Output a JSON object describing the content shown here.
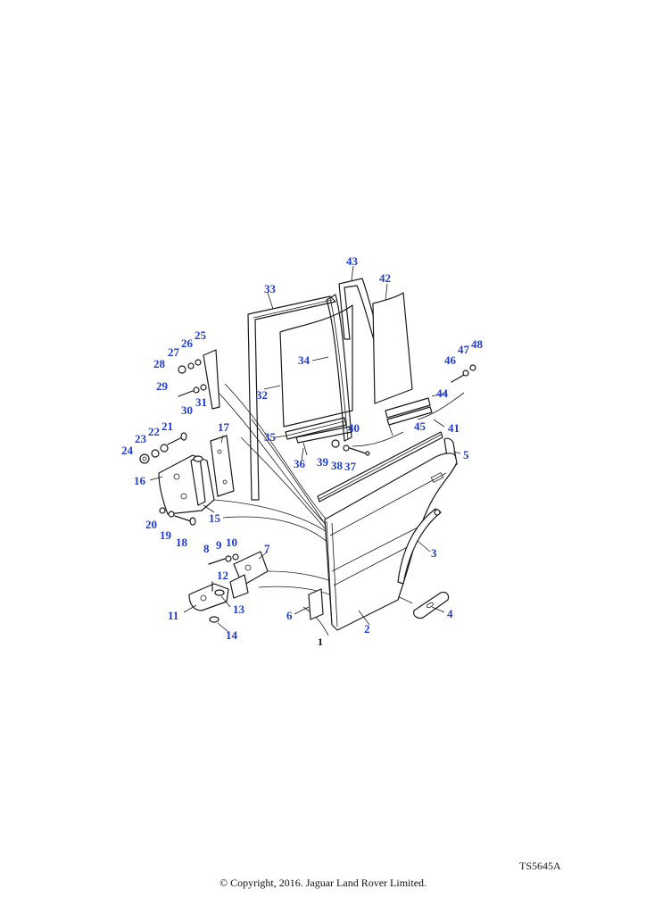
{
  "diagram": {
    "reference_code": "TS5645A",
    "copyright": "© Copyright, 2016. Jaguar Land Rover Limited.",
    "callouts": {
      "c1": "1",
      "c2": "2",
      "c3": "3",
      "c4": "4",
      "c5": "5",
      "c6": "6",
      "c7": "7",
      "c8": "8",
      "c9": "9",
      "c10": "10",
      "c11": "11",
      "c12": "12",
      "c13": "13",
      "c14": "14",
      "c15": "15",
      "c16": "16",
      "c17": "17",
      "c18": "18",
      "c19": "19",
      "c20": "20",
      "c21": "21",
      "c22": "22",
      "c23": "23",
      "c24": "24",
      "c25": "25",
      "c26": "26",
      "c27": "27",
      "c28": "28",
      "c29": "29",
      "c30": "30",
      "c31": "31",
      "c32": "32",
      "c33": "33",
      "c34": "34",
      "c35": "35",
      "c36": "36",
      "c37": "37",
      "c38": "38",
      "c39": "39",
      "c40": "40",
      "c41": "41",
      "c42": "42",
      "c43": "43",
      "c44": "44",
      "c45": "45",
      "c46": "46",
      "c47": "47",
      "c48": "48"
    },
    "colors": {
      "callout": "#1f3bd6",
      "line": "#1a1a1a"
    }
  }
}
